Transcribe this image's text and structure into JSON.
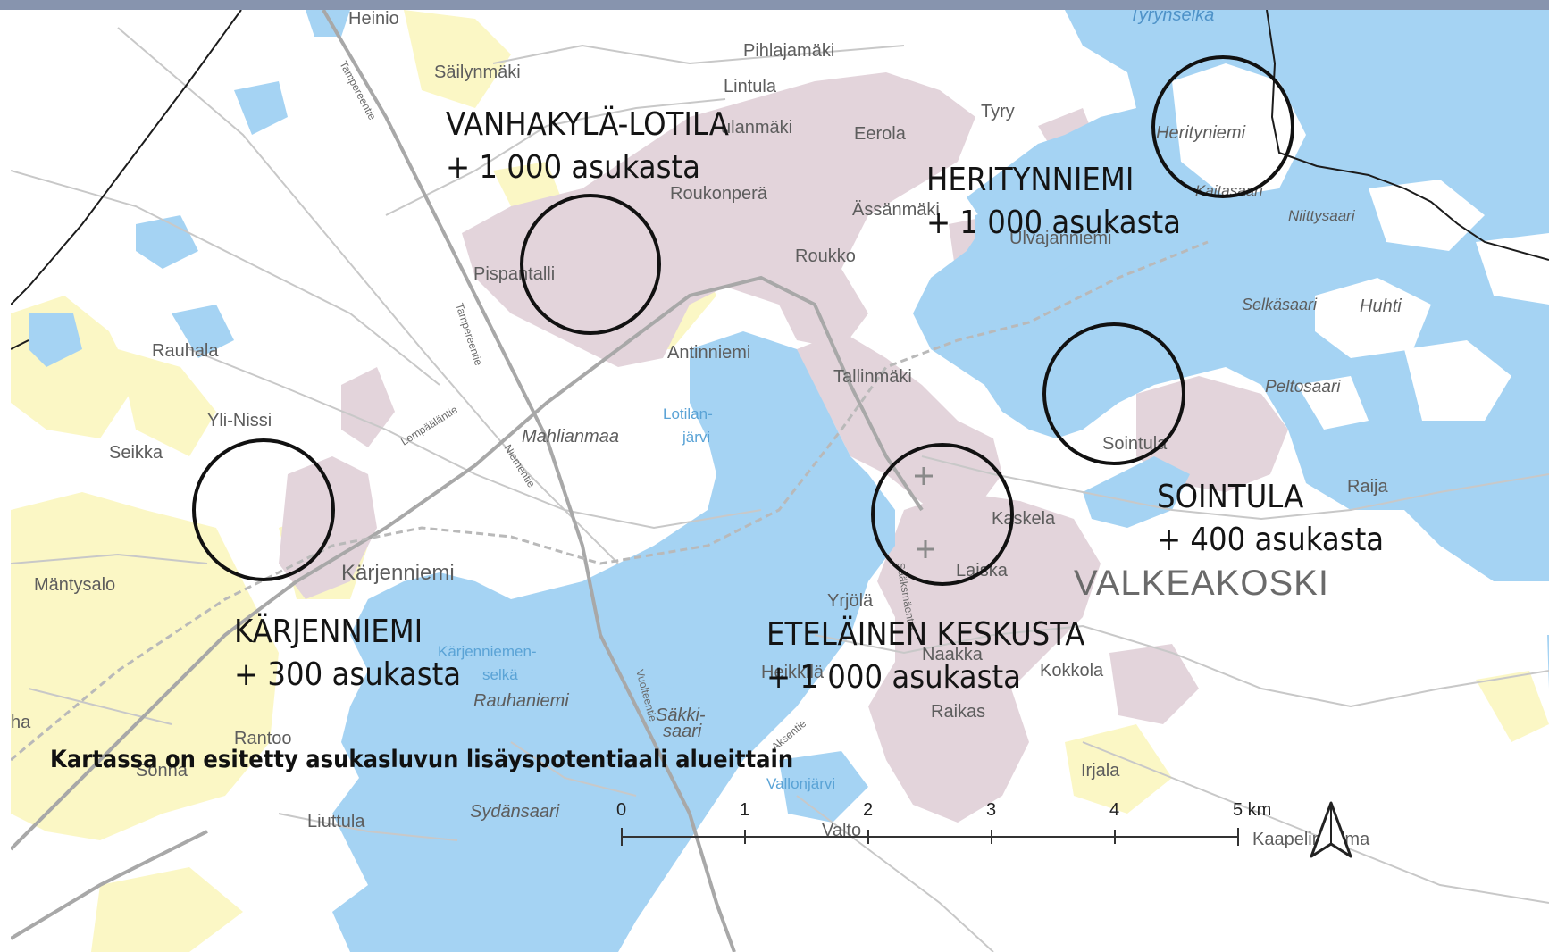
{
  "caption": "Kartassa on esitetty asukasluvun lisäyspotentiaali alueittain",
  "areas": [
    {
      "name": "VANHAKYLÄ-LOTILA",
      "population": "+ 1 000 asukasta"
    },
    {
      "name": "HERITYNNIEMI",
      "population": "+ 1 000 asukasta"
    },
    {
      "name": "SOINTULA",
      "population": "+ 400 asukasta"
    },
    {
      "name": "ETELÄINEN KESKUSTA",
      "population": "+ 1 000 asukasta"
    },
    {
      "name": "KÄRJENNIEMI",
      "population": "+ 300 asukasta"
    }
  ],
  "city_label": "VALKEAKOSKI",
  "place_labels": [
    "Heinio",
    "Säilynmäki",
    "Pihlajamäki",
    "Lintula",
    "ulanmäki",
    "Eerola",
    "Tyry",
    "Roukonperä",
    "Ässänmäki",
    "Ulvajanniemi",
    "Roukko",
    "Pispantalli",
    "Antinniemi",
    "Tallinmäki",
    "Rauhala",
    "Yli-Nissi",
    "Seikka",
    "Mäntysalo",
    "Kärjenniemi",
    "Sointula",
    "Kaskela",
    "Laiska",
    "Raija",
    "Yrjölä",
    "Naakka",
    "Kokkola",
    "Raikas",
    "Heikkilä",
    "Rantoo",
    "Sonna",
    "Irjala",
    "Liuttula",
    "Valto",
    "Kaapelinkulma",
    "ha"
  ],
  "italic_labels": [
    "Herityniemi",
    "Kaitasaari",
    "Niittysaari",
    "Selkäsaari",
    "Huhti",
    "Peltosaari",
    "Mahlianmaa",
    "Rauhaniemi",
    "Säkki-",
    "saari",
    "Sydänsaari",
    "Tyrynselkä"
  ],
  "water_labels": [
    "Lotilan-",
    "järvi",
    "Kärjenniemen-",
    "selkä",
    "Vallonjärvi"
  ],
  "road_labels": [
    "Tampereentie",
    "Tampereentie",
    "Lempääläntie",
    "Niementie",
    "Vuolteentie",
    "Aksentie",
    "Sääksmäentie"
  ],
  "scale_bar": {
    "ticks": [
      "0",
      "1",
      "2",
      "3",
      "4",
      "5 km"
    ]
  },
  "north_arrow_icon": "north-arrow-icon",
  "colors": {
    "water": "#a5d3f3",
    "urban": "#e3d4db",
    "field": "#fbf7c5",
    "frame": "#8794ae"
  }
}
